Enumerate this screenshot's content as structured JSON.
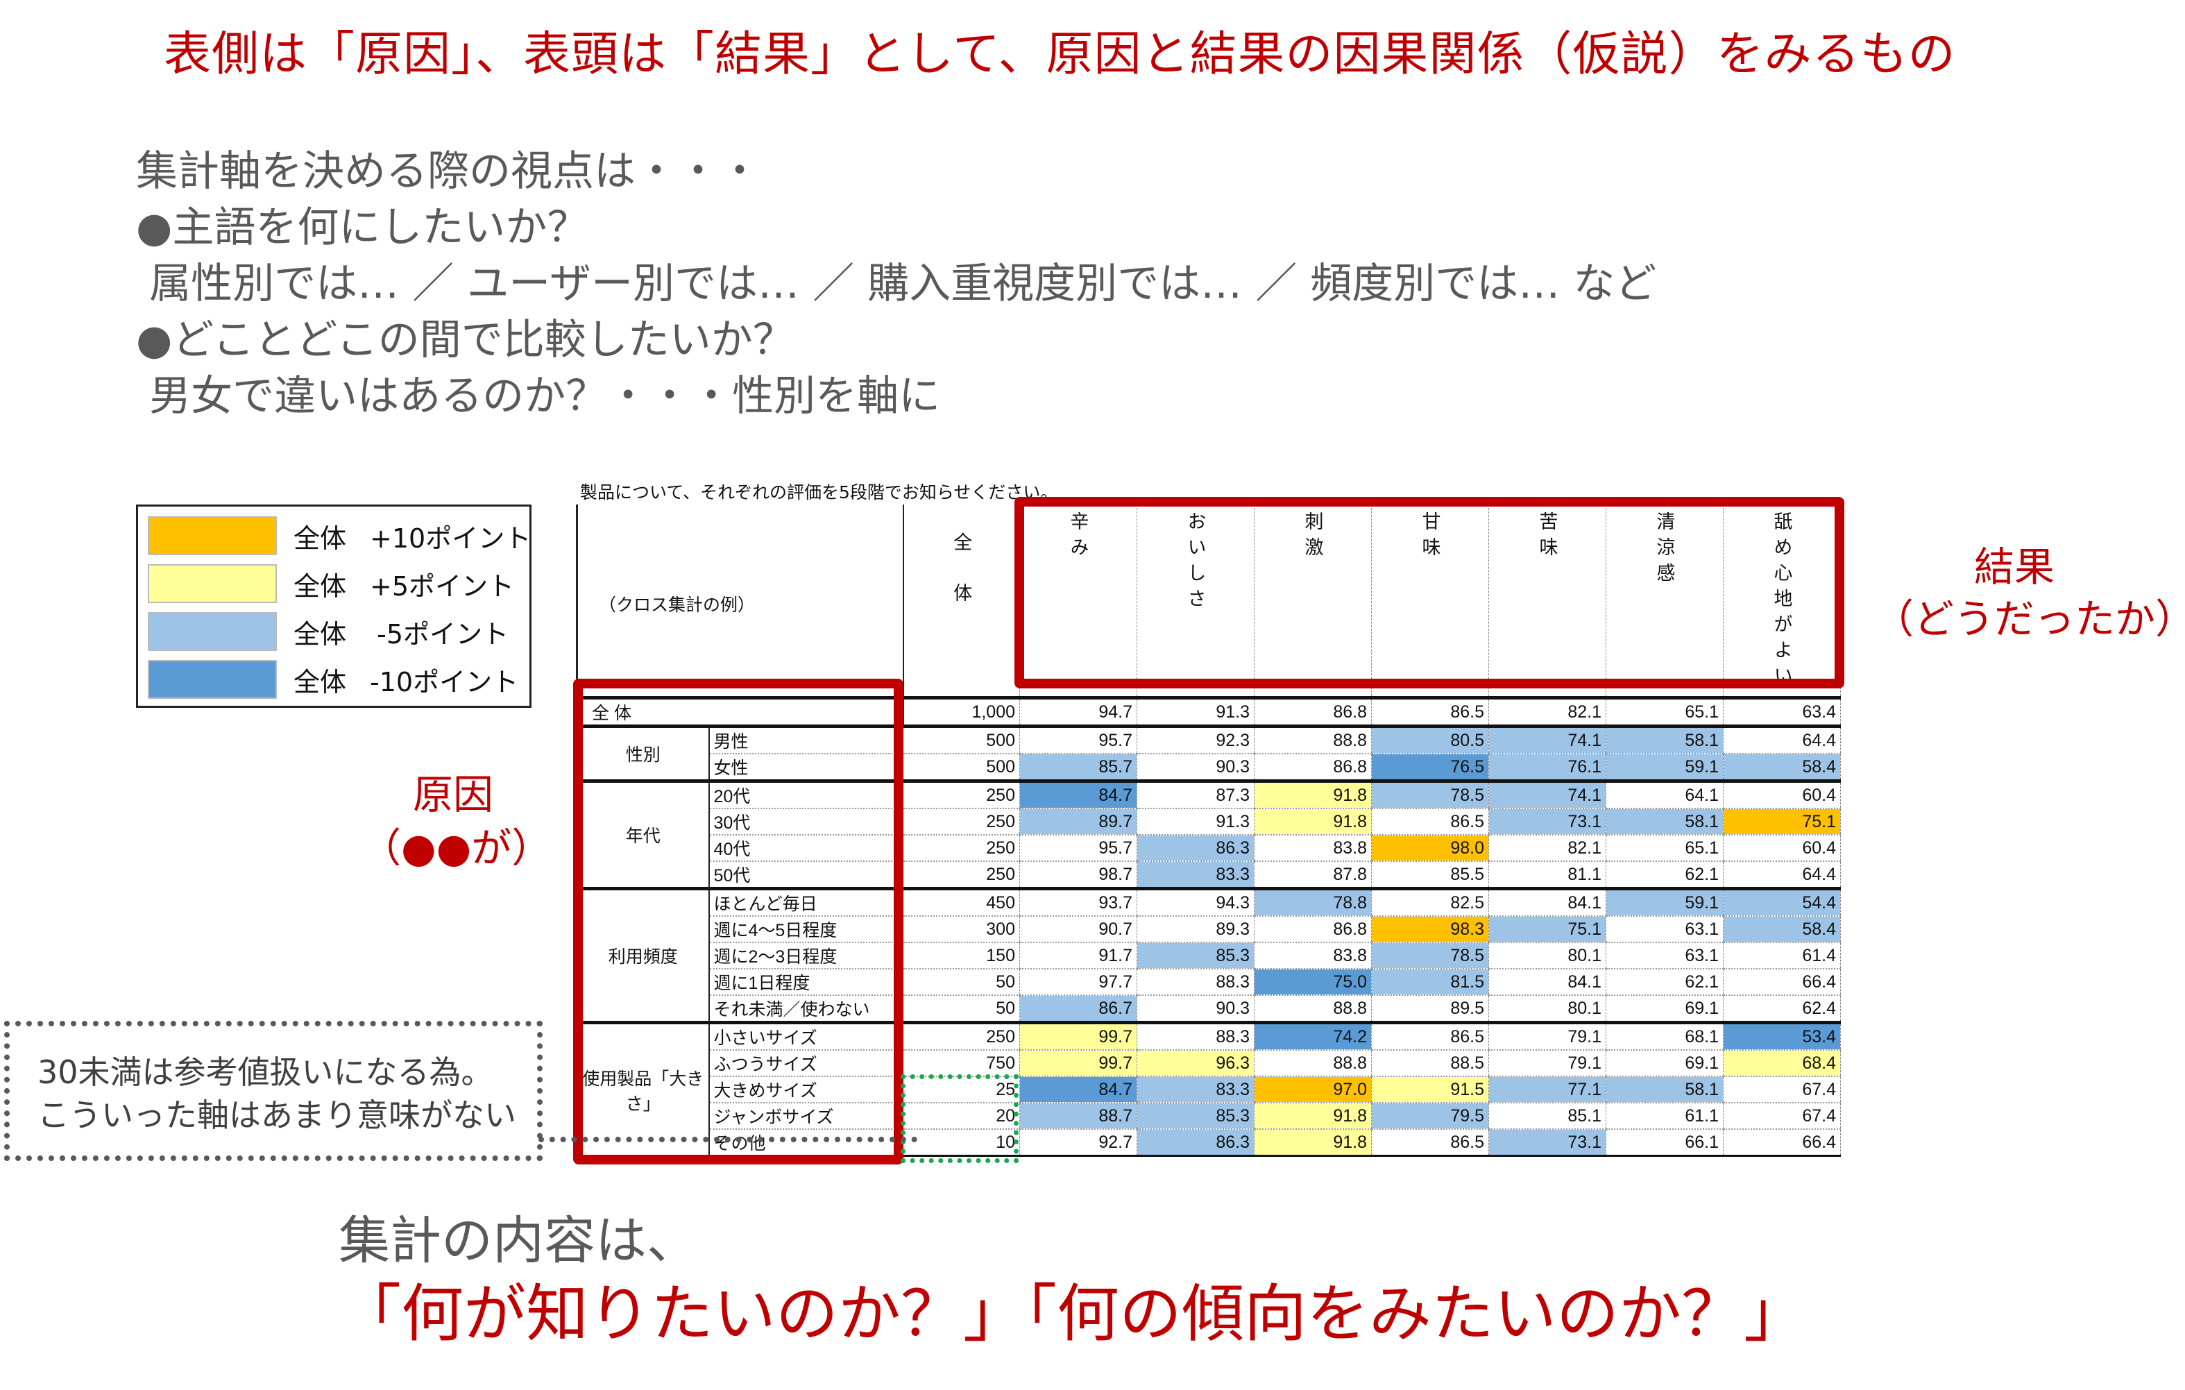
{
  "title": "表側は「原因」、表頭は「結果」として、原因と結果の因果関係（仮説）をみるもの",
  "notes": [
    "集計軸を決める際の視点は・・・",
    "●主語を何にしたいか？",
    " 属性別では… ／ ユーザー別では… ／ 購入重視度別では… ／ 頻度別では… など",
    "●どことどこの間で比較したいか？",
    " 男女で違いはあるのか？・・・性別を軸に"
  ],
  "legend": [
    {
      "label": "全体",
      "points": "+10ポイント",
      "color": "#FFC000"
    },
    {
      "label": "全体",
      "points": "+5ポイント",
      "color": "#FFFF99"
    },
    {
      "label": "全体",
      "points": "-5ポイント",
      "color": "#9DC3E6"
    },
    {
      "label": "全体",
      "points": "-10ポイント",
      "color": "#5B9BD5"
    }
  ],
  "table": {
    "caption": "製品について、それぞれの評価を5段階でお知らせください。",
    "corner_label": "（クロス集計の例）",
    "total_header": "全体",
    "columns": [
      "辛み",
      "おいしさ",
      "刺激",
      "甘味",
      "苦味",
      "清涼感",
      "舐め心地がよい"
    ],
    "total_row": {
      "label": "全 体",
      "n": "1,000",
      "values": [
        "94.7",
        "91.3",
        "86.8",
        "86.5",
        "82.1",
        "65.1",
        "63.4"
      ],
      "levels": [
        "",
        "",
        "",
        "",
        "",
        "",
        ""
      ]
    },
    "groups": [
      {
        "label": "性別",
        "rows": [
          {
            "label": "男性",
            "n": "500",
            "values": [
              "95.7",
              "92.3",
              "88.8",
              "80.5",
              "74.1",
              "58.1",
              "64.4"
            ],
            "levels": [
              "",
              "",
              "",
              "l",
              "l",
              "l",
              ""
            ]
          },
          {
            "label": "女性",
            "n": "500",
            "values": [
              "85.7",
              "90.3",
              "86.8",
              "76.5",
              "76.1",
              "59.1",
              "58.4"
            ],
            "levels": [
              "l",
              "",
              "",
              "d",
              "l",
              "l",
              "l"
            ]
          }
        ]
      },
      {
        "label": "年代",
        "rows": [
          {
            "label": "20代",
            "n": "250",
            "values": [
              "84.7",
              "87.3",
              "91.8",
              "78.5",
              "74.1",
              "64.1",
              "60.4"
            ],
            "levels": [
              "d",
              "",
              "y",
              "l",
              "l",
              "",
              ""
            ]
          },
          {
            "label": "30代",
            "n": "250",
            "values": [
              "89.7",
              "91.3",
              "91.8",
              "86.5",
              "73.1",
              "58.1",
              "75.1"
            ],
            "levels": [
              "l",
              "",
              "y",
              "",
              "l",
              "l",
              "o"
            ]
          },
          {
            "label": "40代",
            "n": "250",
            "values": [
              "95.7",
              "86.3",
              "83.8",
              "98.0",
              "82.1",
              "65.1",
              "60.4"
            ],
            "levels": [
              "",
              "l",
              "",
              "o",
              "",
              "",
              ""
            ]
          },
          {
            "label": "50代",
            "n": "250",
            "values": [
              "98.7",
              "83.3",
              "87.8",
              "85.5",
              "81.1",
              "62.1",
              "64.4"
            ],
            "levels": [
              "",
              "l",
              "",
              "",
              "",
              "",
              ""
            ]
          }
        ]
      },
      {
        "label": "利用頻度",
        "rows": [
          {
            "label": "ほとんど毎日",
            "n": "450",
            "values": [
              "93.7",
              "94.3",
              "78.8",
              "82.5",
              "84.1",
              "59.1",
              "54.4"
            ],
            "levels": [
              "",
              "",
              "l",
              "",
              "",
              "l",
              "l"
            ]
          },
          {
            "label": "週に4～5日程度",
            "n": "300",
            "values": [
              "90.7",
              "89.3",
              "86.8",
              "98.3",
              "75.1",
              "63.1",
              "58.4"
            ],
            "levels": [
              "",
              "",
              "",
              "o",
              "l",
              "",
              "l"
            ]
          },
          {
            "label": "週に2～3日程度",
            "n": "150",
            "values": [
              "91.7",
              "85.3",
              "83.8",
              "78.5",
              "80.1",
              "63.1",
              "61.4"
            ],
            "levels": [
              "",
              "l",
              "",
              "l",
              "",
              "",
              ""
            ]
          },
          {
            "label": "週に1日程度",
            "n": "50",
            "values": [
              "97.7",
              "88.3",
              "75.0",
              "81.5",
              "84.1",
              "62.1",
              "66.4"
            ],
            "levels": [
              "",
              "",
              "d",
              "l",
              "",
              "",
              ""
            ]
          },
          {
            "label": "それ未満／使わない",
            "n": "50",
            "values": [
              "86.7",
              "90.3",
              "88.8",
              "89.5",
              "80.1",
              "69.1",
              "62.4"
            ],
            "levels": [
              "l",
              "",
              "",
              "",
              "",
              "",
              ""
            ]
          }
        ]
      },
      {
        "label": "使用製品「大きさ」",
        "rows": [
          {
            "label": "小さいサイズ",
            "n": "250",
            "values": [
              "99.7",
              "88.3",
              "74.2",
              "86.5",
              "79.1",
              "68.1",
              "53.4"
            ],
            "levels": [
              "y",
              "",
              "d",
              "",
              "",
              "",
              "d"
            ]
          },
          {
            "label": "ふつうサイズ",
            "n": "750",
            "values": [
              "99.7",
              "96.3",
              "88.8",
              "88.5",
              "79.1",
              "69.1",
              "68.4"
            ],
            "levels": [
              "y",
              "y",
              "",
              "",
              "",
              "",
              "y"
            ]
          },
          {
            "label": "大きめサイズ",
            "n": "25",
            "values": [
              "84.7",
              "83.3",
              "97.0",
              "91.5",
              "77.1",
              "58.1",
              "67.4"
            ],
            "levels": [
              "d",
              "l",
              "o",
              "y",
              "l",
              "l",
              ""
            ]
          },
          {
            "label": "ジャンボサイズ",
            "n": "20",
            "values": [
              "88.7",
              "85.3",
              "91.8",
              "79.5",
              "85.1",
              "61.1",
              "67.4"
            ],
            "levels": [
              "l",
              "l",
              "y",
              "l",
              "",
              "",
              ""
            ]
          },
          {
            "label": "その他",
            "n": "10",
            "values": [
              "92.7",
              "86.3",
              "91.8",
              "86.5",
              "73.1",
              "66.1",
              "66.4"
            ],
            "levels": [
              "",
              "l",
              "y",
              "",
              "l",
              "",
              ""
            ]
          }
        ]
      }
    ]
  },
  "result_label": "結果",
  "result_sub": "（どうだったか）",
  "cause_label": "原因",
  "cause_sub": "（●●が）",
  "callout": [
    "30未満は参考値扱いになる為。",
    "こういった軸はあまり意味がない"
  ],
  "bottom": {
    "line1": "集計の内容は、",
    "line2": "「何が知りたいのか？」「何の傾向をみたいのか？」"
  }
}
